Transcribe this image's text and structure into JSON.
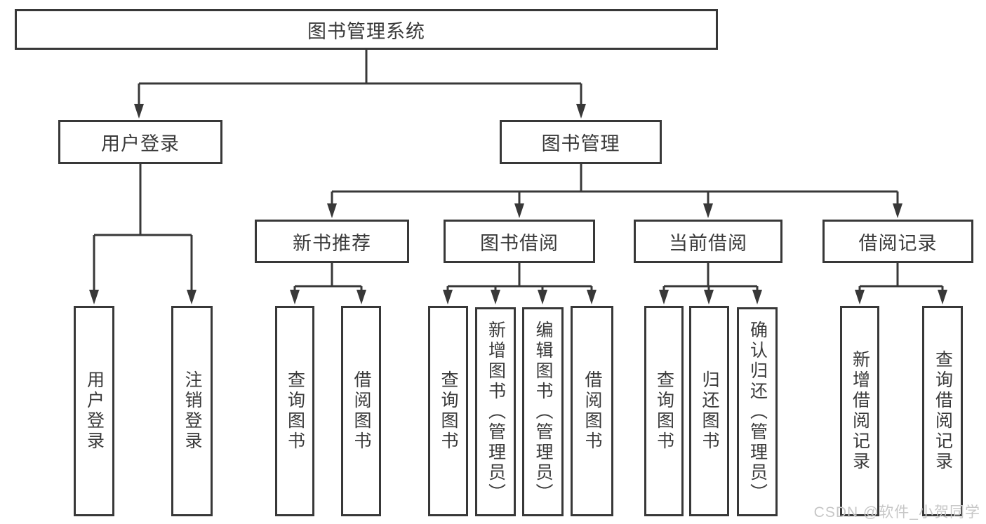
{
  "nodes": {
    "root": "图书管理系统",
    "user_login": "用户登录",
    "book_management": "图书管理",
    "new_book_recommend": "新书推荐",
    "book_borrowing": "图书借阅",
    "current_borrowing": "当前借阅",
    "borrowing_records": "借阅记录"
  },
  "leaves": {
    "user_login": [
      "用户登录",
      "注销登录"
    ],
    "new_book_recommend": [
      "查询图书",
      "借阅图书"
    ],
    "book_borrowing": [
      "查询图书",
      "新增图书（管理员）",
      "编辑图书（管理员）",
      "借阅图书"
    ],
    "current_borrowing": [
      "查询图书",
      "归还图书",
      "确认归还（管理员）"
    ],
    "borrowing_records": [
      "新增借阅记录",
      "查询借阅记录"
    ]
  },
  "watermark": "CSDN @软件_小贺同学",
  "colors": {
    "line": "#383838",
    "text": "#3a3a3a",
    "watermark": "#c7c7c7",
    "background": "#ffffff"
  }
}
